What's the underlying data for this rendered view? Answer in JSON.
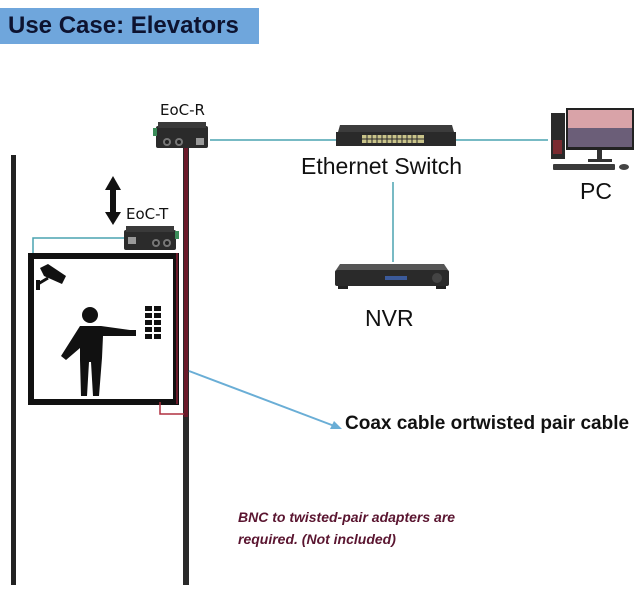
{
  "title": "Use Case: Elevators",
  "devices": {
    "eoc_r": {
      "label": "EoC-R"
    },
    "eoc_t": {
      "label": "EoC-T"
    },
    "switch": {
      "label": "Ethernet Switch"
    },
    "pc": {
      "label": "PC"
    },
    "nvr": {
      "label": "NVR"
    }
  },
  "cable_label": "Coax cable ortwisted pair cable",
  "note": {
    "line1": "BNC to twisted-pair adapters are",
    "line2": "required. (Not included)"
  },
  "colors": {
    "banner": "#6fa6dc",
    "ethernet_line": "#4aa3b0",
    "coax_line": "#6b1a2a",
    "arrow": "#6aaed6",
    "note_text": "#5a1530"
  }
}
